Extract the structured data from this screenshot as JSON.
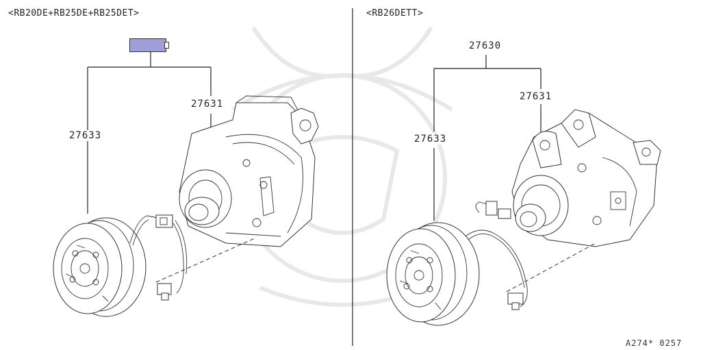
{
  "left_panel": {
    "variant_label": "<RB20DE+RB25DE+RB25DET>",
    "callouts": {
      "compressor": "27631",
      "clutch": "27633"
    }
  },
  "right_panel": {
    "variant_label": "<RB26DETT>",
    "callouts": {
      "assembly": "27630",
      "compressor": "27631",
      "clutch": "27633"
    }
  },
  "diagram_code": "A274* 0257",
  "colors": {
    "hotspot_fill": "#9fa0d9",
    "line": "#222222"
  }
}
